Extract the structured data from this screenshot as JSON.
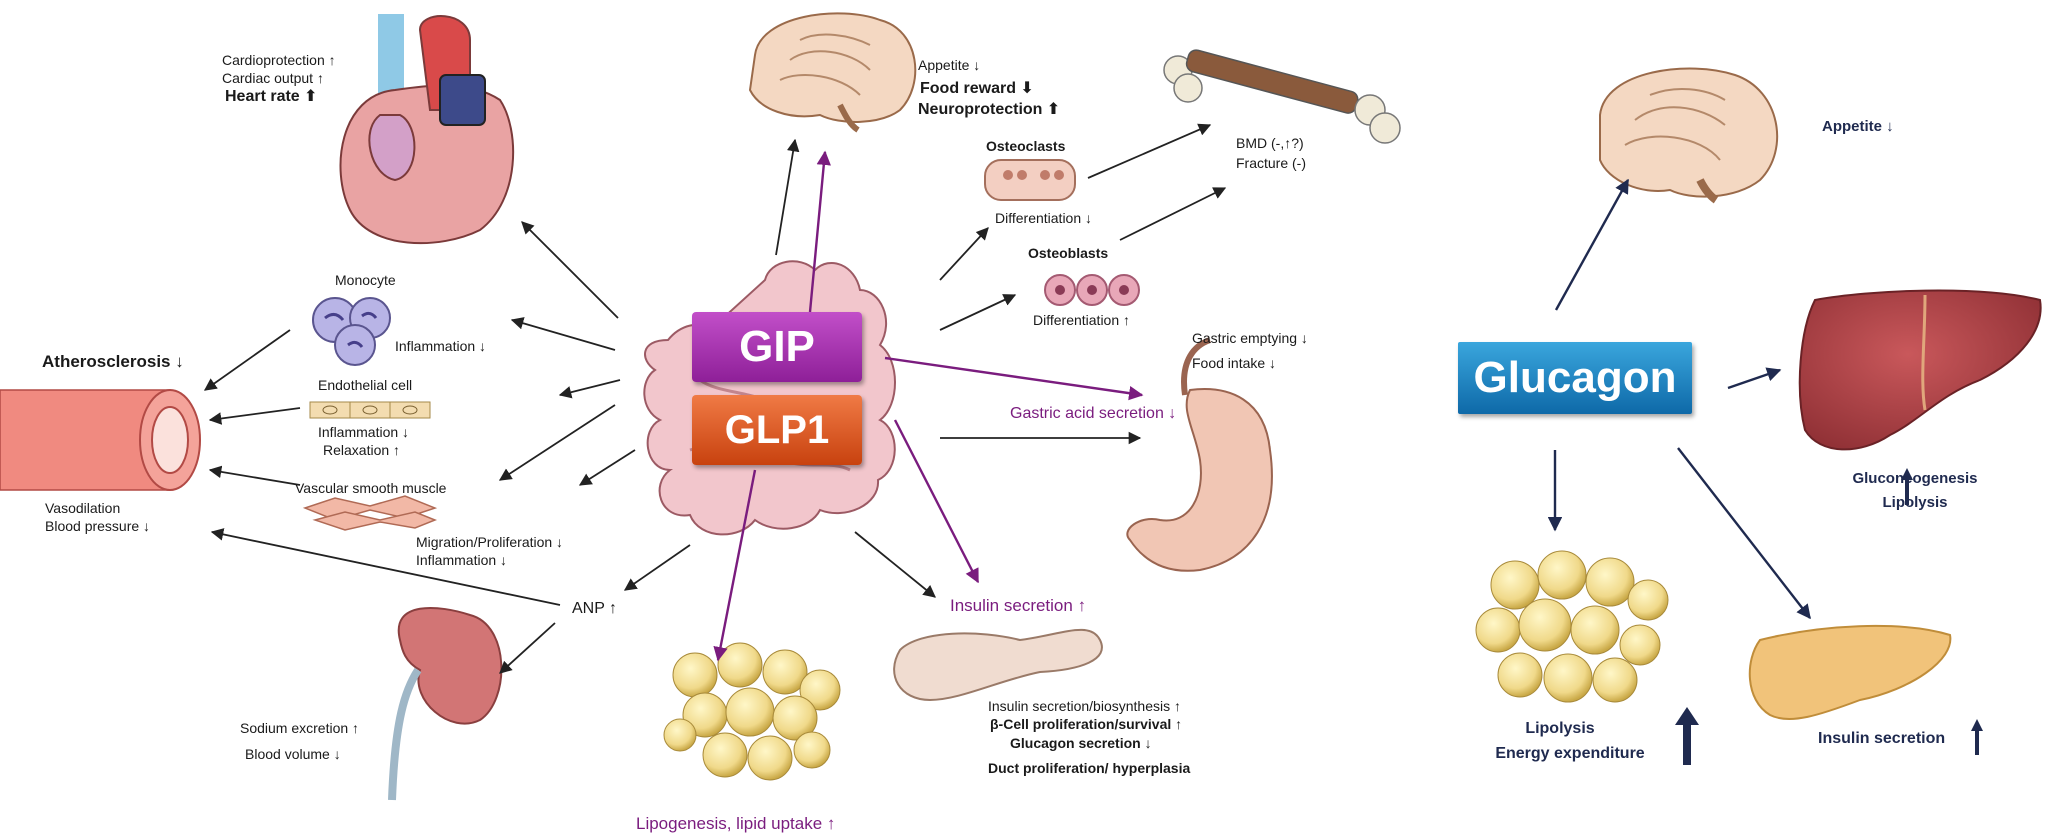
{
  "hormones": {
    "gip": "GIP",
    "glp1": "GLP1",
    "glucagon": "Glucagon"
  },
  "heart": {
    "line1": "Cardioprotection ↑",
    "line2": "Cardiac output  ↑",
    "line3": "Heart rate"
  },
  "brain": {
    "appetite": "Appetite ↓",
    "food_reward": "Food reward",
    "neuroprotection": "Neuroprotection"
  },
  "bone": {
    "osteoclasts": "Osteoclasts",
    "osteoclast_diff": "Differentiation ↓",
    "osteoblasts": "Osteoblasts",
    "osteoblast_diff": "Differentiation ↑",
    "bmd": "BMD (-,↑?)",
    "fracture": "Fracture (-)"
  },
  "vascular": {
    "monocyte": "Monocyte",
    "monocyte_inflam": "Inflammation ↓",
    "endothelial": "Endothelial cell",
    "endo_inflam": "Inflammation ↓",
    "endo_relax": "Relaxation ↑",
    "smooth_muscle": "Vascular smooth muscle",
    "migration": "Migration/Proliferation ↓",
    "smooth_inflam": "Inflammation ↓"
  },
  "artery": {
    "atherosclerosis": "Atherosclerosis ↓",
    "vasodilation": "Vasodilation",
    "blood_pressure": "Blood pressure ↓"
  },
  "kidney": {
    "anp": "ANP ↑",
    "sodium": "Sodium excretion ↑",
    "blood_volume": "Blood volume ↓"
  },
  "stomach": {
    "gastric_emptying": "Gastric emptying ↓",
    "food_intake": "Food intake ↓",
    "gastric_acid": "Gastric acid secretion"
  },
  "pancreas": {
    "insulin": "Insulin secretion",
    "line1": "Insulin secretion/biosynthesis ↑",
    "line2": "β-Cell proliferation/survival ↑",
    "line3": "Glucagon secretion ↓",
    "line4": "Duct proliferation/ hyperplasia"
  },
  "adipose": {
    "lipogenesis": "Lipogenesis, lipid uptake"
  },
  "glucagon_effects": {
    "appetite": "Appetite",
    "gluconeogenesis": "Gluconeogenesis",
    "lipolysis_liver": "Lipolysis",
    "lipolysis": "Lipolysis",
    "energy": "Energy expenditure",
    "insulin": "Insulin secretion"
  },
  "colors": {
    "gip": "#9b2aa3",
    "glp1": "#dc5a1f",
    "glucagon": "#1a86c6",
    "purple_arrow": "#7a1c7e",
    "navy_arrow": "#1f2a4f"
  }
}
